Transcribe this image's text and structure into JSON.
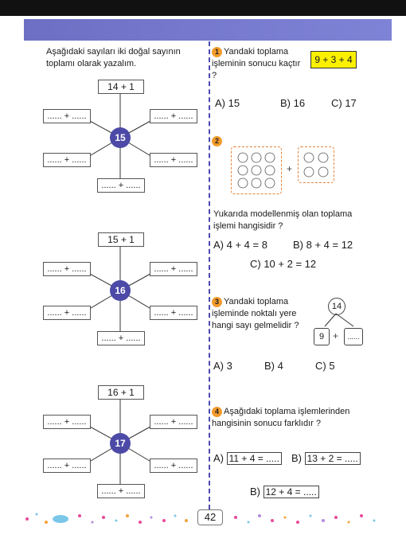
{
  "intro": "Aşağıdaki sayıları iki doğal sayının toplamı olarak yazalım.",
  "box_placeholder": "...... + ......",
  "diagrams": [
    {
      "top": "14 + 1",
      "center": "15"
    },
    {
      "top": "15 + 1",
      "center": "16"
    },
    {
      "top": "16 + 1",
      "center": "17"
    }
  ],
  "q1": {
    "num": "1",
    "text": "Yandaki toplama işleminin sonucu kaçtır ?",
    "expr": "9 + 3 + 4",
    "options": [
      "A) 15",
      "B) 16",
      "C) 17"
    ]
  },
  "q2": {
    "num": "2",
    "text": "Yukarıda modellenmiş olan toplama işlemi hangisidir ?",
    "plus": "+",
    "options": [
      "A) 4 + 4 = 8",
      "B) 8 + 4 = 12",
      "C) 10 + 2 = 12"
    ]
  },
  "q3": {
    "num": "3",
    "text": "Yandaki toplama işleminde noktalı yere hangi sayı gelmelidir ?",
    "bubble": "14",
    "left": "9",
    "plus": "+",
    "blank": "......",
    "options": [
      "A) 3",
      "B) 4",
      "C) 5"
    ]
  },
  "q4": {
    "num": "4",
    "text": "Aşağıdaki toplama işlemlerinden hangisinin sonucu farklıdır ?",
    "options": [
      {
        "label": "A)",
        "expr": "11 + 4 = ....."
      },
      {
        "label": "B)",
        "expr": "13 + 2 = ....."
      },
      {
        "label": "B)",
        "expr": "12 + 4 = ....."
      }
    ]
  },
  "page_number": "42",
  "colors": {
    "header": "#7376cc",
    "accent": "#4c4aa6",
    "orange": "#f39b2c",
    "yellow": "#fbf000"
  }
}
